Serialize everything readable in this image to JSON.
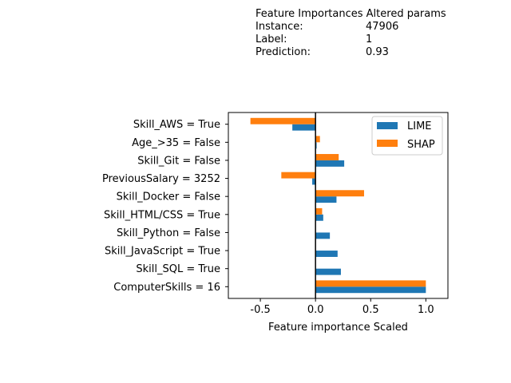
{
  "header": {
    "title": "Feature Importances Altered params",
    "rows": [
      {
        "label": "Instance:",
        "value": "47906"
      },
      {
        "label": "Label:",
        "value": "1"
      },
      {
        "label": "Prediction:",
        "value": "0.93"
      }
    ]
  },
  "chart_data": {
    "type": "bar",
    "orientation": "horizontal",
    "categories": [
      "Skill_AWS = True",
      "Age_>35 = False",
      "Skill_Git = False",
      "PreviousSalary = 3252",
      "Skill_Docker = False",
      "Skill_HTML/CSS = True",
      "Skill_Python = False",
      "Skill_JavaScript = True",
      "Skill_SQL = True",
      "ComputerSkills = 16"
    ],
    "series": [
      {
        "name": "LIME",
        "color": "#1f77b4",
        "values": [
          -0.21,
          0.01,
          0.26,
          -0.03,
          0.19,
          0.07,
          0.13,
          0.2,
          0.23,
          1.0
        ]
      },
      {
        "name": "SHAP",
        "color": "#ff7f0e",
        "values": [
          -0.59,
          0.04,
          0.21,
          -0.31,
          0.44,
          0.06,
          0.0,
          0.0,
          0.0,
          1.0
        ]
      }
    ],
    "xlabel": "Feature importance Scaled",
    "xlim": [
      -0.79,
      1.2
    ],
    "xticks": [
      "-0.5",
      "0.0",
      "0.5",
      "1.0"
    ],
    "xtick_values": [
      -0.5,
      0.0,
      0.5,
      1.0
    ],
    "grid": false,
    "legend_position": "top-right",
    "zero_line": true
  }
}
